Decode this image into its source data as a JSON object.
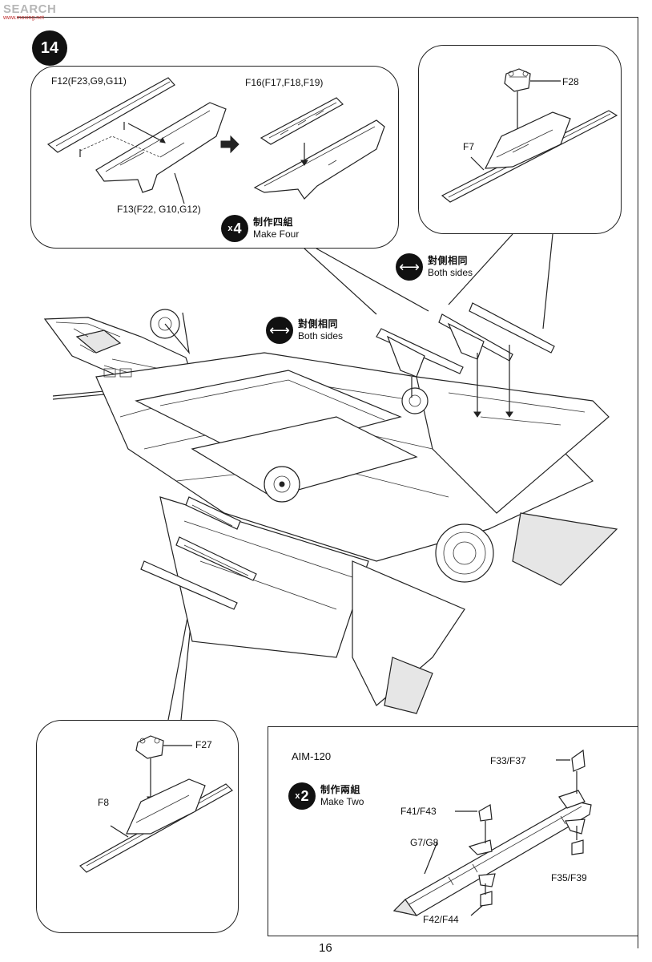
{
  "watermark": {
    "text": "SEARCH",
    "sub": "www.moxing.net"
  },
  "step": {
    "number": "14"
  },
  "page_number": "16",
  "callouts": {
    "pylon_inner": {
      "upper_part": "F12(F23,G9,G11)",
      "lower_part": "F13(F22, G10,G12)",
      "result_part": "F16(F17,F18,F19)",
      "multiplier": {
        "count": "4",
        "x": "x",
        "cjk": "制作四組",
        "en": "Make Four"
      }
    },
    "pylon_outer_right": {
      "top_part": "F28",
      "rail_part": "F7"
    },
    "pylon_outer_left": {
      "top_part": "F27",
      "rail_part": "F8"
    }
  },
  "both_sides": [
    {
      "cjk": "對側相同",
      "en": "Both sides"
    },
    {
      "cjk": "對側相同",
      "en": "Both sides"
    }
  ],
  "missile": {
    "title": "AIM-120",
    "multiplier": {
      "count": "2",
      "x": "x",
      "cjk": "制作兩組",
      "en": "Make Two"
    },
    "parts": {
      "front_fin_top": "F33/F37",
      "mid_fin": "F41/F43",
      "body": "G7/G8",
      "rear_fin_bottom": "F35/F39",
      "mid_fin_bottom": "F42/F44"
    }
  },
  "icons": {
    "step": "step-number-badge",
    "both_sides": "double-arrow-icon",
    "multiplier": "multiplier-badge",
    "insert": "insert-arrow-icon"
  }
}
